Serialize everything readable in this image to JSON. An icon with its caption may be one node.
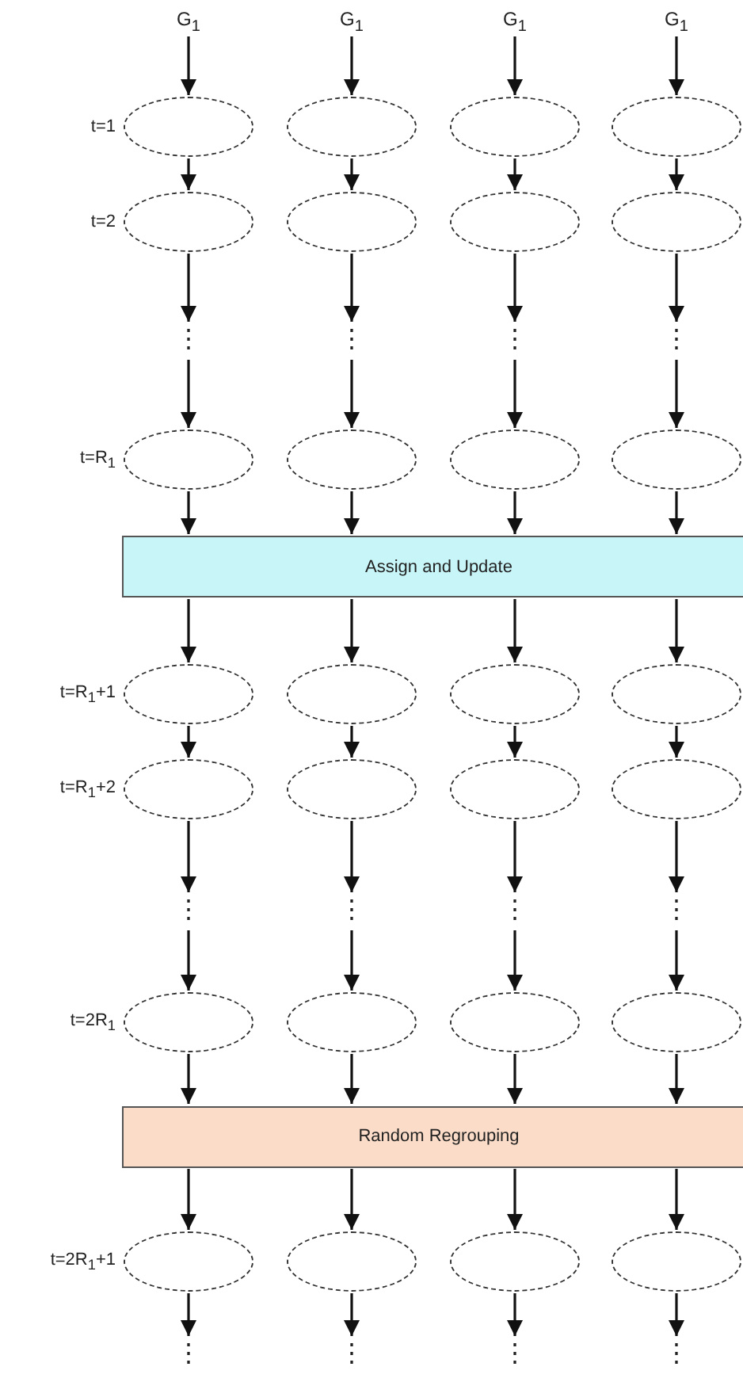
{
  "diagram": {
    "nodes": [
      {
        "text": [
          "G$_{1}$"
        ]
      },
      {
        "text": [
          "G$_{1}$"
        ]
      },
      {
        "text": [
          "G$_{1}$"
        ]
      },
      {
        "text": [
          "G$_{1}$"
        ]
      },
      {
        "text": [],
        "shape": "ellipse",
        "beside": [
          "t=1"
        ]
      },
      {
        "text": [],
        "shape": "ellipse"
      },
      {
        "text": [],
        "shape": "ellipse"
      },
      {
        "text": [],
        "shape": "ellipse"
      },
      {
        "text": [],
        "shape": "ellipse",
        "beside": [
          "t=2"
        ]
      },
      {
        "text": [],
        "shape": "ellipse"
      },
      {
        "text": [],
        "shape": "ellipse"
      },
      {
        "text": [],
        "shape": "ellipse"
      },
      {
        "text": [
          "⋮"
        ]
      },
      {
        "text": [
          "⋮"
        ]
      },
      {
        "text": [
          "⋮"
        ]
      },
      {
        "text": [
          "⋮"
        ]
      },
      {
        "text": [],
        "shape": "ellipse",
        "beside": [
          "t=R$_{1}$"
        ]
      },
      {
        "text": [],
        "shape": "ellipse"
      },
      {
        "text": [],
        "shape": "ellipse"
      },
      {
        "text": [],
        "shape": "ellipse"
      },
      {
        "text": [
          "Assign and Update"
        ]
      },
      {
        "text": [],
        "shape": "ellipse",
        "beside": [
          "t=R$_{1}$+1"
        ]
      },
      {
        "text": [],
        "shape": "ellipse"
      },
      {
        "text": [],
        "shape": "ellipse"
      },
      {
        "text": [],
        "shape": "ellipse"
      },
      {
        "text": [],
        "shape": "ellipse",
        "beside": [
          "t=R$_{1}$+2"
        ]
      },
      {
        "text": [],
        "shape": "ellipse"
      },
      {
        "text": [],
        "shape": "ellipse"
      },
      {
        "text": [],
        "shape": "ellipse"
      },
      {
        "text": [
          "⋮"
        ]
      },
      {
        "text": [
          "⋮"
        ]
      },
      {
        "text": [
          "⋮"
        ]
      },
      {
        "text": [
          "⋮"
        ]
      },
      {
        "text": [],
        "shape": "ellipse",
        "beside": [
          "t=2R$_{1}$"
        ]
      },
      {
        "text": [],
        "shape": "ellipse"
      },
      {
        "text": [],
        "shape": "ellipse"
      },
      {
        "text": [],
        "shape": "ellipse"
      },
      {
        "text": [
          "Random Regrouping"
        ]
      },
      {
        "text": [],
        "shape": "ellipse",
        "beside": [
          "t=2R$_{1}$+1"
        ]
      },
      {
        "text": [],
        "shape": "ellipse"
      },
      {
        "text": [],
        "shape": "ellipse"
      },
      {
        "text": [],
        "shape": "ellipse"
      },
      {
        "text": [
          "⋮"
        ]
      },
      {
        "text": [
          "⋮"
        ]
      },
      {
        "text": [
          "⋮"
        ]
      },
      {
        "text": [
          "⋮"
        ]
      }
    ],
    "edges": [
      {
        "from": 0,
        "to": 4,
        "arrow": "to"
      },
      {
        "from": 1,
        "to": 5,
        "arrow": "to"
      },
      {
        "from": 2,
        "to": 6,
        "arrow": "to"
      },
      {
        "from": 3,
        "to": 7,
        "arrow": "to"
      },
      {
        "from": 4,
        "to": 8,
        "arrow": "to"
      },
      {
        "from": 5,
        "to": 9,
        "arrow": "to"
      },
      {
        "from": 6,
        "to": 10,
        "arrow": "to"
      },
      {
        "from": 7,
        "to": 11,
        "arrow": "to"
      },
      {
        "from": 8,
        "to": 12,
        "arrow": "to"
      },
      {
        "from": 9,
        "to": 13,
        "arrow": "to"
      },
      {
        "from": 10,
        "to": 14,
        "arrow": "to"
      },
      {
        "from": 11,
        "to": 15,
        "arrow": "to"
      },
      {
        "from": 12,
        "to": 16,
        "arrow": "to"
      },
      {
        "from": 13,
        "to": 17,
        "arrow": "to"
      },
      {
        "from": 14,
        "to": 18,
        "arrow": "to"
      },
      {
        "from": 15,
        "to": 19,
        "arrow": "to"
      },
      {
        "from": 16,
        "to": 20,
        "arrow": "to"
      },
      {
        "from": 17,
        "to": 20,
        "arrow": "to"
      },
      {
        "from": 18,
        "to": 20,
        "arrow": "to"
      },
      {
        "from": 19,
        "to": 20,
        "arrow": "to"
      },
      {
        "from": 20,
        "to": 21,
        "arrow": "to"
      },
      {
        "from": 20,
        "to": 22,
        "arrow": "to"
      },
      {
        "from": 20,
        "to": 23,
        "arrow": "to"
      },
      {
        "from": 20,
        "to": 24,
        "arrow": "to"
      },
      {
        "from": 21,
        "to": 25,
        "arrow": "to"
      },
      {
        "from": 22,
        "to": 26,
        "arrow": "to"
      },
      {
        "from": 23,
        "to": 27,
        "arrow": "to"
      },
      {
        "from": 24,
        "to": 28,
        "arrow": "to"
      },
      {
        "from": 25,
        "to": 29,
        "arrow": "to"
      },
      {
        "from": 26,
        "to": 30,
        "arrow": "to"
      },
      {
        "from": 27,
        "to": 31,
        "arrow": "to"
      },
      {
        "from": 28,
        "to": 32,
        "arrow": "to"
      },
      {
        "from": 29,
        "to": 33,
        "arrow": "to"
      },
      {
        "from": 30,
        "to": 34,
        "arrow": "to"
      },
      {
        "from": 31,
        "to": 35,
        "arrow": "to"
      },
      {
        "from": 32,
        "to": 36,
        "arrow": "to"
      },
      {
        "from": 33,
        "to": 37,
        "arrow": "to"
      },
      {
        "from": 34,
        "to": 37,
        "arrow": "to"
      },
      {
        "from": 35,
        "to": 37,
        "arrow": "to"
      },
      {
        "from": 36,
        "to": 37,
        "arrow": "to"
      },
      {
        "from": 37,
        "to": 38,
        "arrow": "to"
      },
      {
        "from": 37,
        "to": 39,
        "arrow": "to"
      },
      {
        "from": 37,
        "to": 40,
        "arrow": "to"
      },
      {
        "from": 37,
        "to": 41,
        "arrow": "to"
      },
      {
        "from": 38,
        "to": 42,
        "arrow": "to"
      },
      {
        "from": 39,
        "to": 43,
        "arrow": "to"
      },
      {
        "from": 40,
        "to": 44,
        "arrow": "to"
      },
      {
        "from": 41,
        "to": 45,
        "arrow": "to"
      }
    ]
  }
}
